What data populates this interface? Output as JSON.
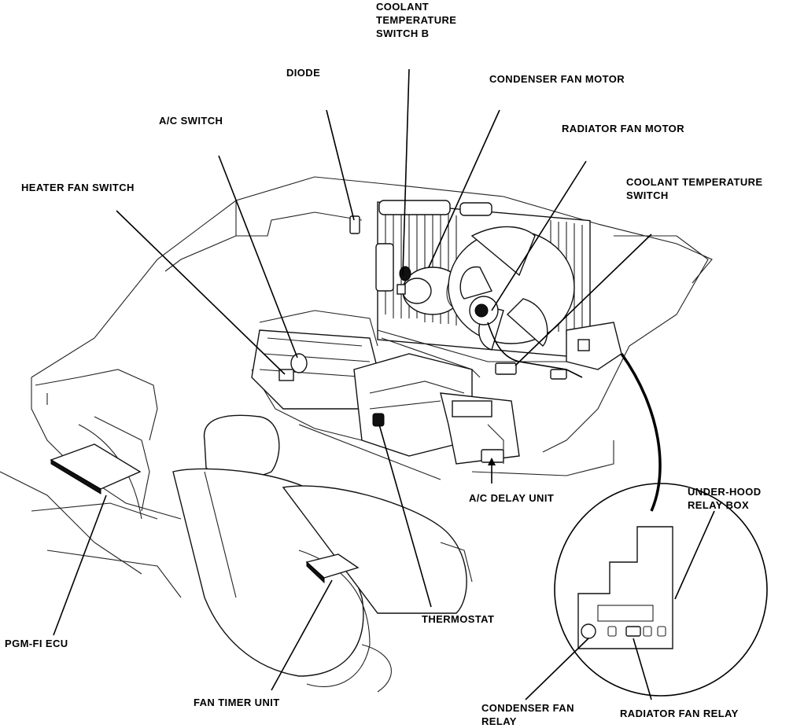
{
  "labels": {
    "coolant_temp_switch_b": "COOLANT\nTEMPERATURE\nSWITCH B",
    "diode": "DIODE",
    "condenser_fan_motor": "CONDENSER FAN MOTOR",
    "radiator_fan_motor": "RADIATOR FAN MOTOR",
    "ac_switch": "A/C SWITCH",
    "coolant_temp_switch": "COOLANT TEMPERATURE\nSWITCH",
    "heater_fan_switch": "HEATER FAN SWITCH",
    "under_hood_relay_box": "UNDER-HOOD\nRELAY BOX",
    "ac_delay_unit": "A/C DELAY UNIT",
    "thermostat": "THERMOSTAT",
    "pgm_fi_ecu": "PGM-FI ECU",
    "fan_timer_unit": "FAN TIMER UNIT",
    "condenser_fan_relay": "CONDENSER FAN\nRELAY",
    "radiator_fan_relay": "RADIATOR FAN RELAY"
  }
}
